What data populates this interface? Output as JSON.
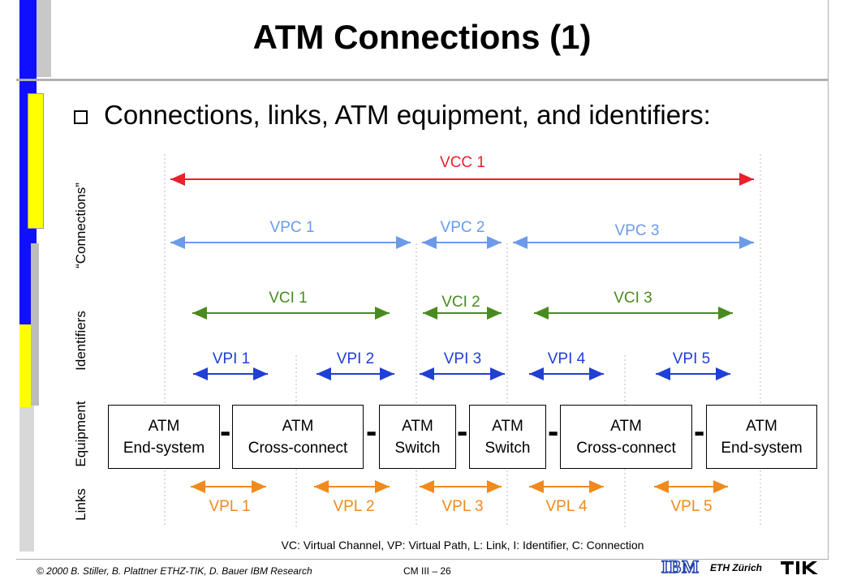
{
  "title": "ATM Connections (1)",
  "subtitle": "Connections, links, ATM equipment, and identifiers:",
  "side_labels": {
    "connections": "“Connections”",
    "identifiers": "Identifiers",
    "equipment": "Equipment",
    "links": "Links"
  },
  "connections": {
    "vcc": "VCC 1",
    "vpc": [
      "VPC 1",
      "VPC 2",
      "VPC 3"
    ],
    "vci": [
      "VCI 1",
      "VCI 2",
      "VCI 3"
    ],
    "vpi": [
      "VPI 1",
      "VPI 2",
      "VPI 3",
      "VPI 4",
      "VPI 5"
    ],
    "vpl": [
      "VPL 1",
      "VPL 2",
      "VPL 3",
      "VPL 4",
      "VPL 5"
    ]
  },
  "equipment": [
    {
      "line1": "ATM",
      "line2": "End-system"
    },
    {
      "line1": "ATM",
      "line2": "Cross-connect"
    },
    {
      "line1": "ATM",
      "line2": "Switch"
    },
    {
      "line1": "ATM",
      "line2": "Switch"
    },
    {
      "line1": "ATM",
      "line2": "Cross-connect"
    },
    {
      "line1": "ATM",
      "line2": "End-system"
    }
  ],
  "separator": "-",
  "caption": "VC: Virtual Channel, VP: Virtual Path, L: Link, I: Identifier, C: Connection",
  "footer": {
    "copyright": "© 2000  B. Stiller, B. Plattner ETHZ-TIK, D. Bauer IBM Research",
    "page": "CM III  – 26",
    "ibm": "IBM",
    "eth": "ETH Zürich"
  },
  "colors": {
    "vcc": "#e8212b",
    "vpc": "#6b9be8",
    "vci": "#4b8a1e",
    "vpi": "#1f3fd6",
    "vpl": "#f08a1c",
    "sidebar_blue": "#0000ff",
    "sidebar_yellow": "#ffff00"
  }
}
